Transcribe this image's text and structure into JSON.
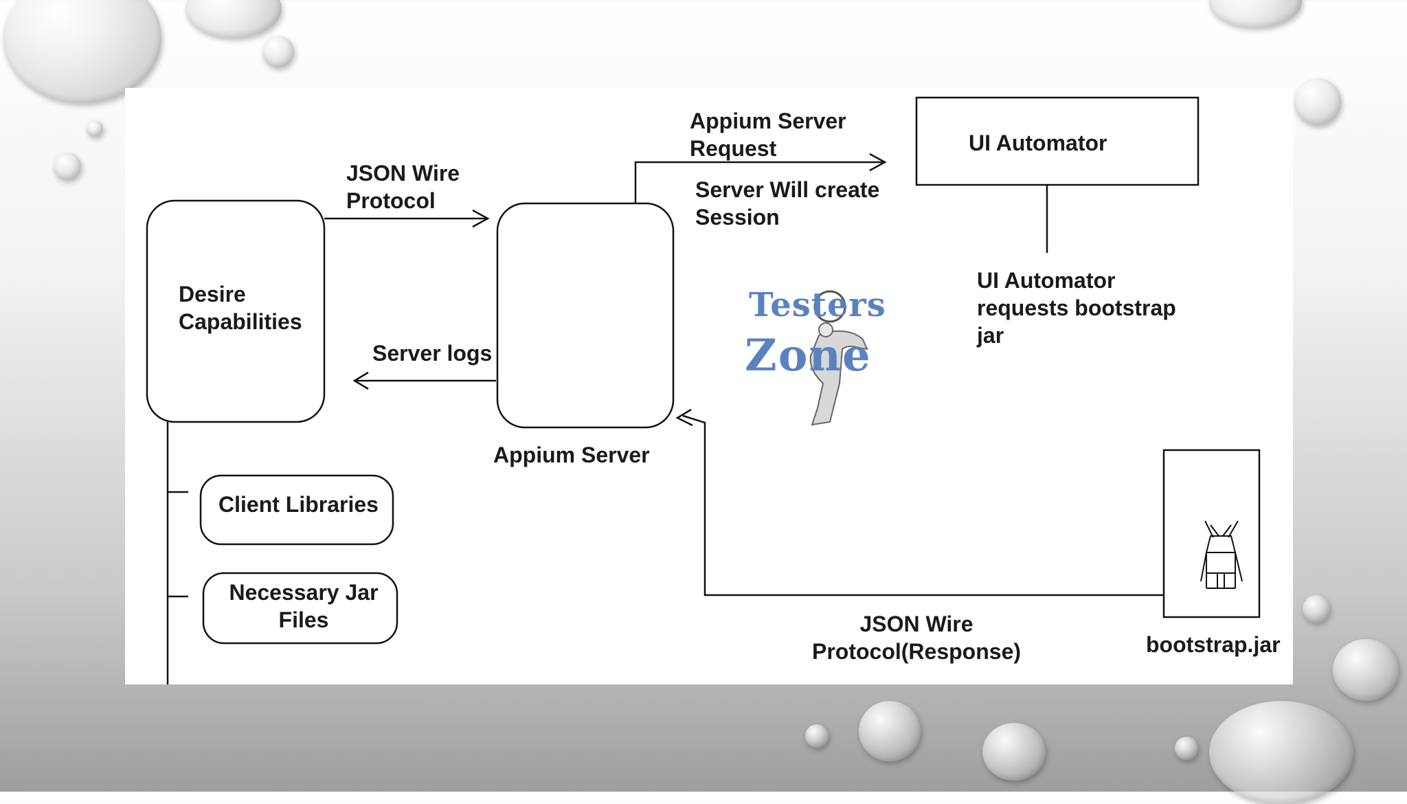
{
  "diagram": {
    "desire_capabilities": [
      "Desire",
      "Capabilities"
    ],
    "json_wire_protocol": [
      "JSON Wire",
      "Protocol"
    ],
    "server_logs": "Server logs",
    "appium_server": "Appium Server",
    "appium_server_request": [
      "Appium Server",
      "Request"
    ],
    "server_will_create_session": [
      "Server Will create",
      "Session"
    ],
    "ui_automator": "UI Automator",
    "ui_automator_requests": [
      "UI Automator",
      "requests bootstrap",
      "jar"
    ],
    "client_libraries": "Client Libraries",
    "necessary_jar_files": [
      "Necessary Jar",
      "Files"
    ],
    "json_wire_protocol_response": [
      "JSON Wire",
      "Protocol(Response)"
    ],
    "bootstrap_jar": "bootstrap.jar"
  },
  "logo": {
    "line1": "Testers",
    "line2": "Zone"
  },
  "colors": {
    "logo_blue": "#5b82c0",
    "line": "#111111",
    "slide_bg": "#ffffff"
  }
}
